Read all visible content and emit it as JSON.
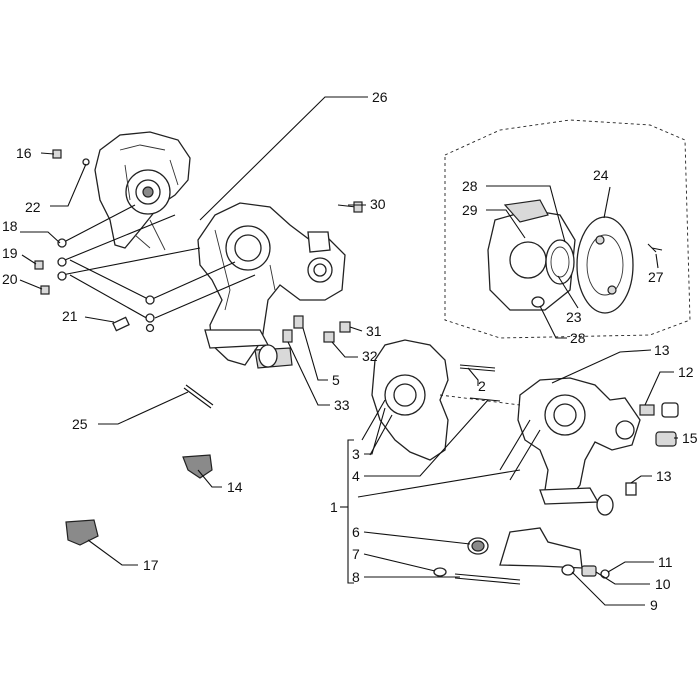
{
  "callouts": [
    {
      "id": "c1",
      "text": "1"
    },
    {
      "id": "c2",
      "text": "2"
    },
    {
      "id": "c3",
      "text": "3"
    },
    {
      "id": "c4",
      "text": "4"
    },
    {
      "id": "c5",
      "text": "5"
    },
    {
      "id": "c6",
      "text": "6"
    },
    {
      "id": "c7",
      "text": "7"
    },
    {
      "id": "c8",
      "text": "8"
    },
    {
      "id": "c9",
      "text": "9"
    },
    {
      "id": "c10",
      "text": "10"
    },
    {
      "id": "c11",
      "text": "11"
    },
    {
      "id": "c12",
      "text": "12"
    },
    {
      "id": "c13a",
      "text": "13"
    },
    {
      "id": "c13b",
      "text": "13"
    },
    {
      "id": "c14",
      "text": "14"
    },
    {
      "id": "c15",
      "text": "15"
    },
    {
      "id": "c16",
      "text": "16"
    },
    {
      "id": "c17",
      "text": "17"
    },
    {
      "id": "c18",
      "text": "18"
    },
    {
      "id": "c19",
      "text": "19"
    },
    {
      "id": "c20",
      "text": "20"
    },
    {
      "id": "c21",
      "text": "21"
    },
    {
      "id": "c22",
      "text": "22"
    },
    {
      "id": "c23",
      "text": "23"
    },
    {
      "id": "c24",
      "text": "24"
    },
    {
      "id": "c25",
      "text": "25"
    },
    {
      "id": "c26",
      "text": "26"
    },
    {
      "id": "c27",
      "text": "27"
    },
    {
      "id": "c28a",
      "text": "28"
    },
    {
      "id": "c28b",
      "text": "28"
    },
    {
      "id": "c29",
      "text": "29"
    },
    {
      "id": "c30",
      "text": "30"
    },
    {
      "id": "c31",
      "text": "31"
    },
    {
      "id": "c32",
      "text": "32"
    },
    {
      "id": "c33",
      "text": "33"
    }
  ]
}
